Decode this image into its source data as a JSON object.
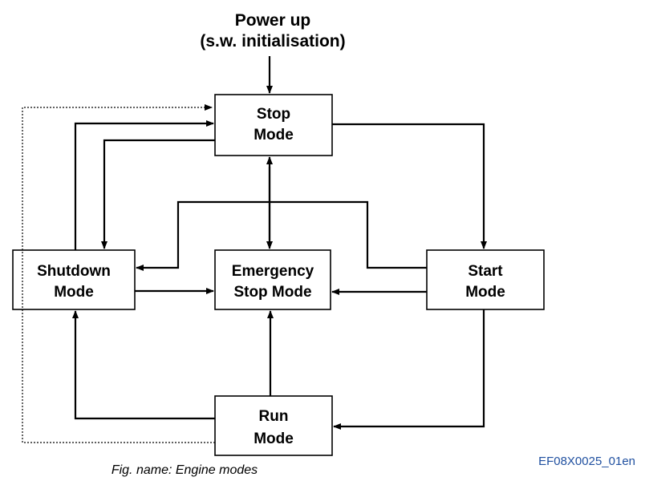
{
  "power_up": {
    "line1": "Power up",
    "line2": "(s.w. initialisation)"
  },
  "nodes": {
    "stop": {
      "line1": "Stop",
      "line2": "Mode"
    },
    "shutdown": {
      "line1": "Shutdown",
      "line2": "Mode"
    },
    "emergency": {
      "line1": "Emergency",
      "line2": "Stop Mode"
    },
    "start": {
      "line1": "Start",
      "line2": "Mode"
    },
    "run": {
      "line1": "Run",
      "line2": "Mode"
    }
  },
  "caption": "Fig. name: Engine modes",
  "reference": "EF08X0025_01en"
}
